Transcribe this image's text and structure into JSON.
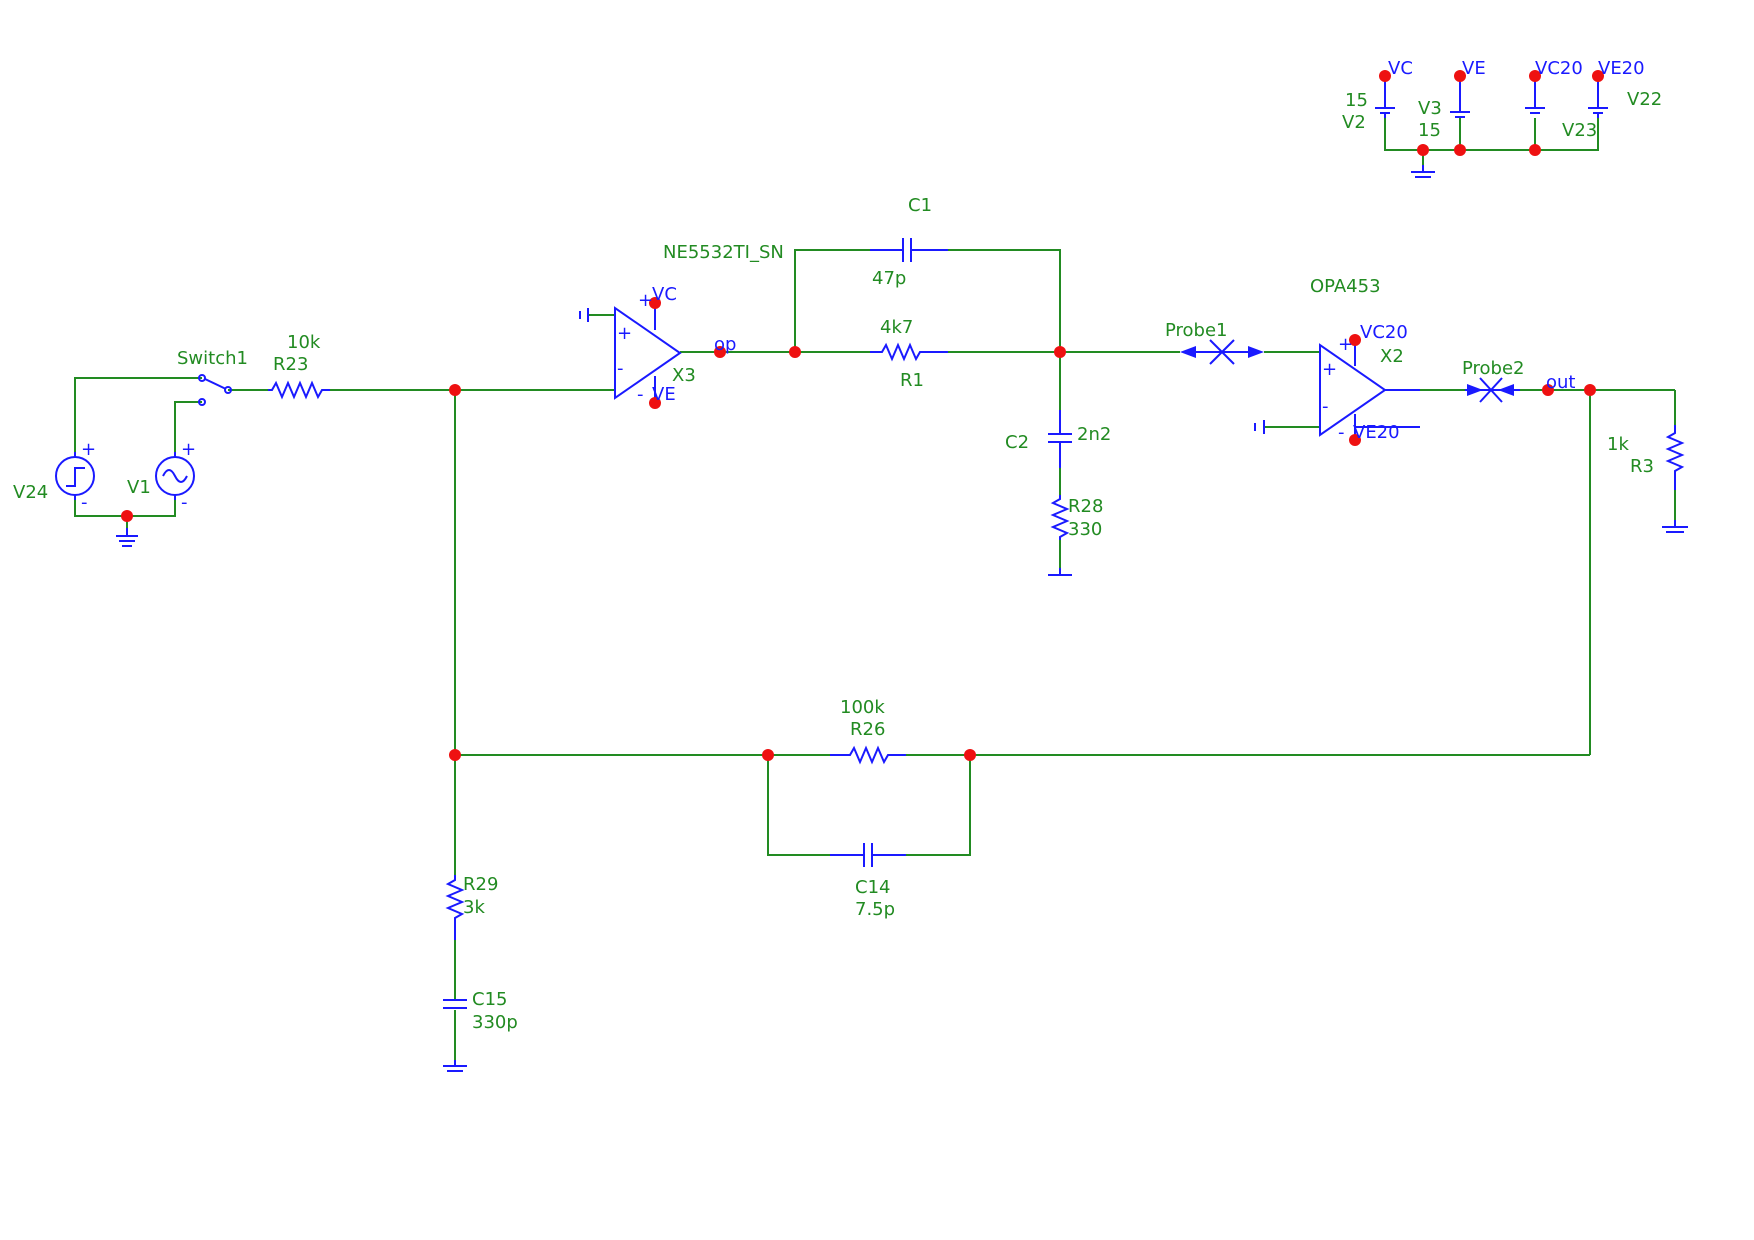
{
  "colors": {
    "wire": "#228b22",
    "symbol": "#1a1aff",
    "junction": "#ee1111",
    "background": "#ffffff"
  },
  "labels": {
    "supply": {
      "vc": "VC",
      "ve": "VE",
      "vc20": "VC20",
      "ve20": "VE20",
      "v2": "V2",
      "v2_value": "15",
      "v3": "V3",
      "v3_value": "15",
      "v22": "V22",
      "v23": "V23"
    },
    "sources": {
      "v24": "V24",
      "v1": "V1",
      "switch1": "Switch1"
    },
    "r23": {
      "name": "R23",
      "value": "10k"
    },
    "x3": {
      "name": "X3",
      "model": "NE5532TI_SN",
      "vc": "VC",
      "ve": "VE",
      "out_net": "op"
    },
    "c1": {
      "name": "C1",
      "value": "47p"
    },
    "r1": {
      "name": "R1",
      "value": "4k7"
    },
    "c2": {
      "name": "C2",
      "value": "2n2"
    },
    "r28": {
      "name": "R28",
      "value": "330"
    },
    "probe1": "Probe1",
    "x2": {
      "name": "X2",
      "model": "OPA453",
      "vc": "VC20",
      "ve": "VE20"
    },
    "probe2": "Probe2",
    "out_net": "out",
    "r3": {
      "name": "R3",
      "value": "1k"
    },
    "r26": {
      "name": "R26",
      "value": "100k"
    },
    "c14": {
      "name": "C14",
      "value": "7.5p"
    },
    "r29": {
      "name": "R29",
      "value": "3k"
    },
    "c15": {
      "name": "C15",
      "value": "330p"
    },
    "pin_plus": "+",
    "pin_minus": "-"
  }
}
